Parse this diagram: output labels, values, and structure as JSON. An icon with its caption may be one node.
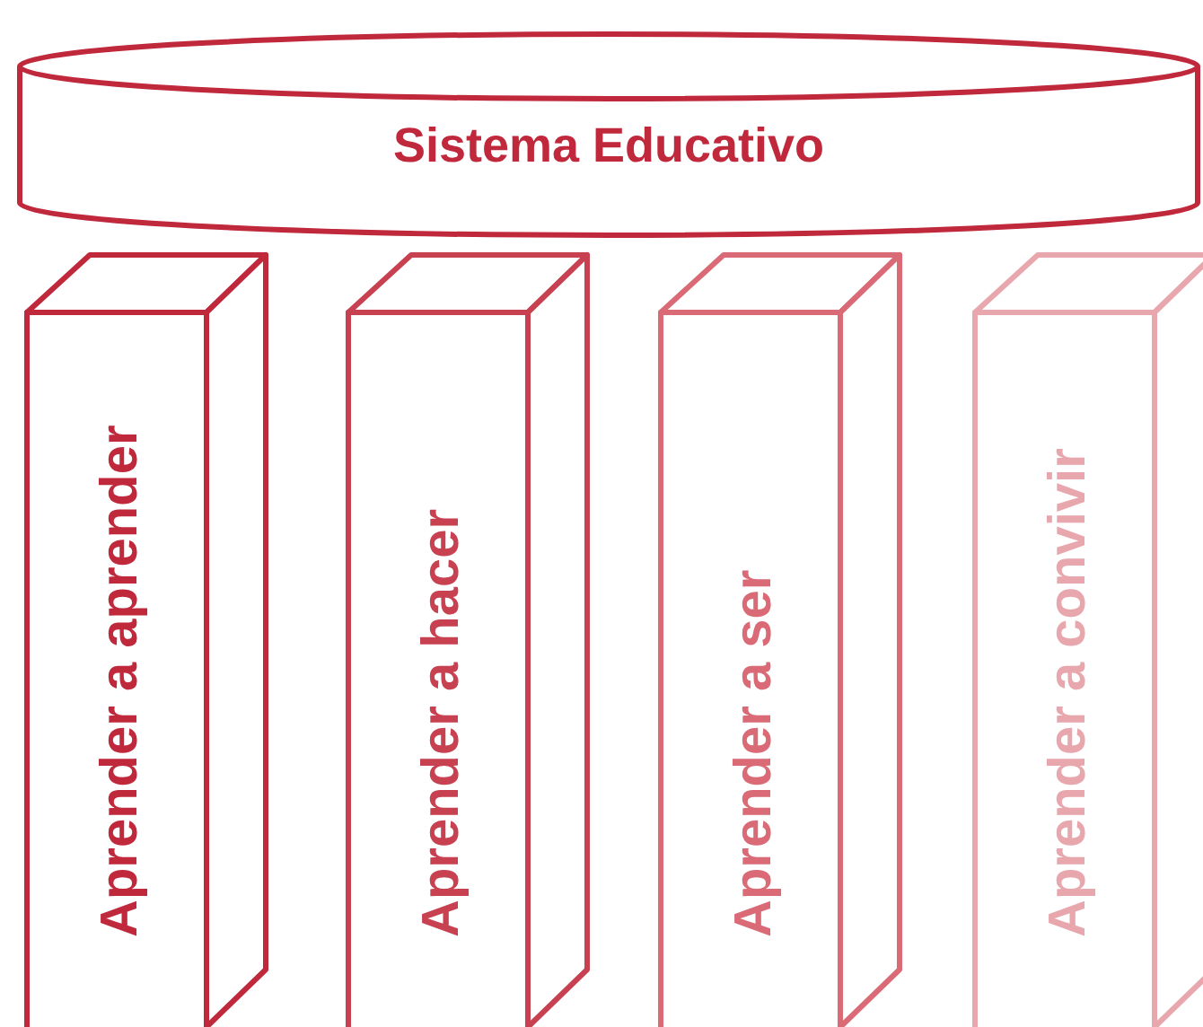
{
  "diagram": {
    "nodes": [
      {
        "text": [
          "Sistema Educativo"
        ]
      },
      {
        "text": [
          "Aprender a aprender"
        ]
      },
      {
        "text": [
          "Aprender a hacer"
        ]
      },
      {
        "text": [
          "Aprender a ser"
        ]
      },
      {
        "text": [
          "Aprender a convivir"
        ]
      }
    ]
  }
}
